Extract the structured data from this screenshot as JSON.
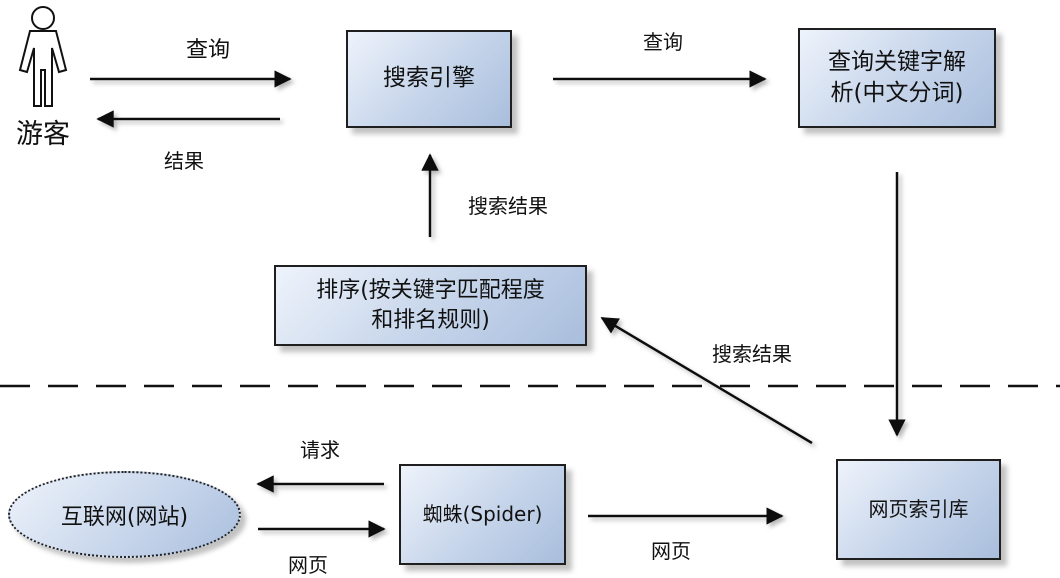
{
  "actor": {
    "label": "游客"
  },
  "edges": {
    "query1": "查询",
    "result1": "结果",
    "query2": "查询",
    "search_result1": "搜索结果",
    "search_result2": "搜索结果",
    "request": "请求",
    "webpage1": "网页",
    "webpage2": "网页"
  },
  "nodes": {
    "search_engine": "搜索引擎",
    "query_parse_line1": "查询关键字解",
    "query_parse_line2": "析(中文分词)",
    "ranking_line1": "排序(按关键字匹配程度",
    "ranking_line2": "和排名规则)",
    "internet": "互联网(网站)",
    "spider": "蜘蛛(Spider)",
    "index": "网页索引库"
  }
}
